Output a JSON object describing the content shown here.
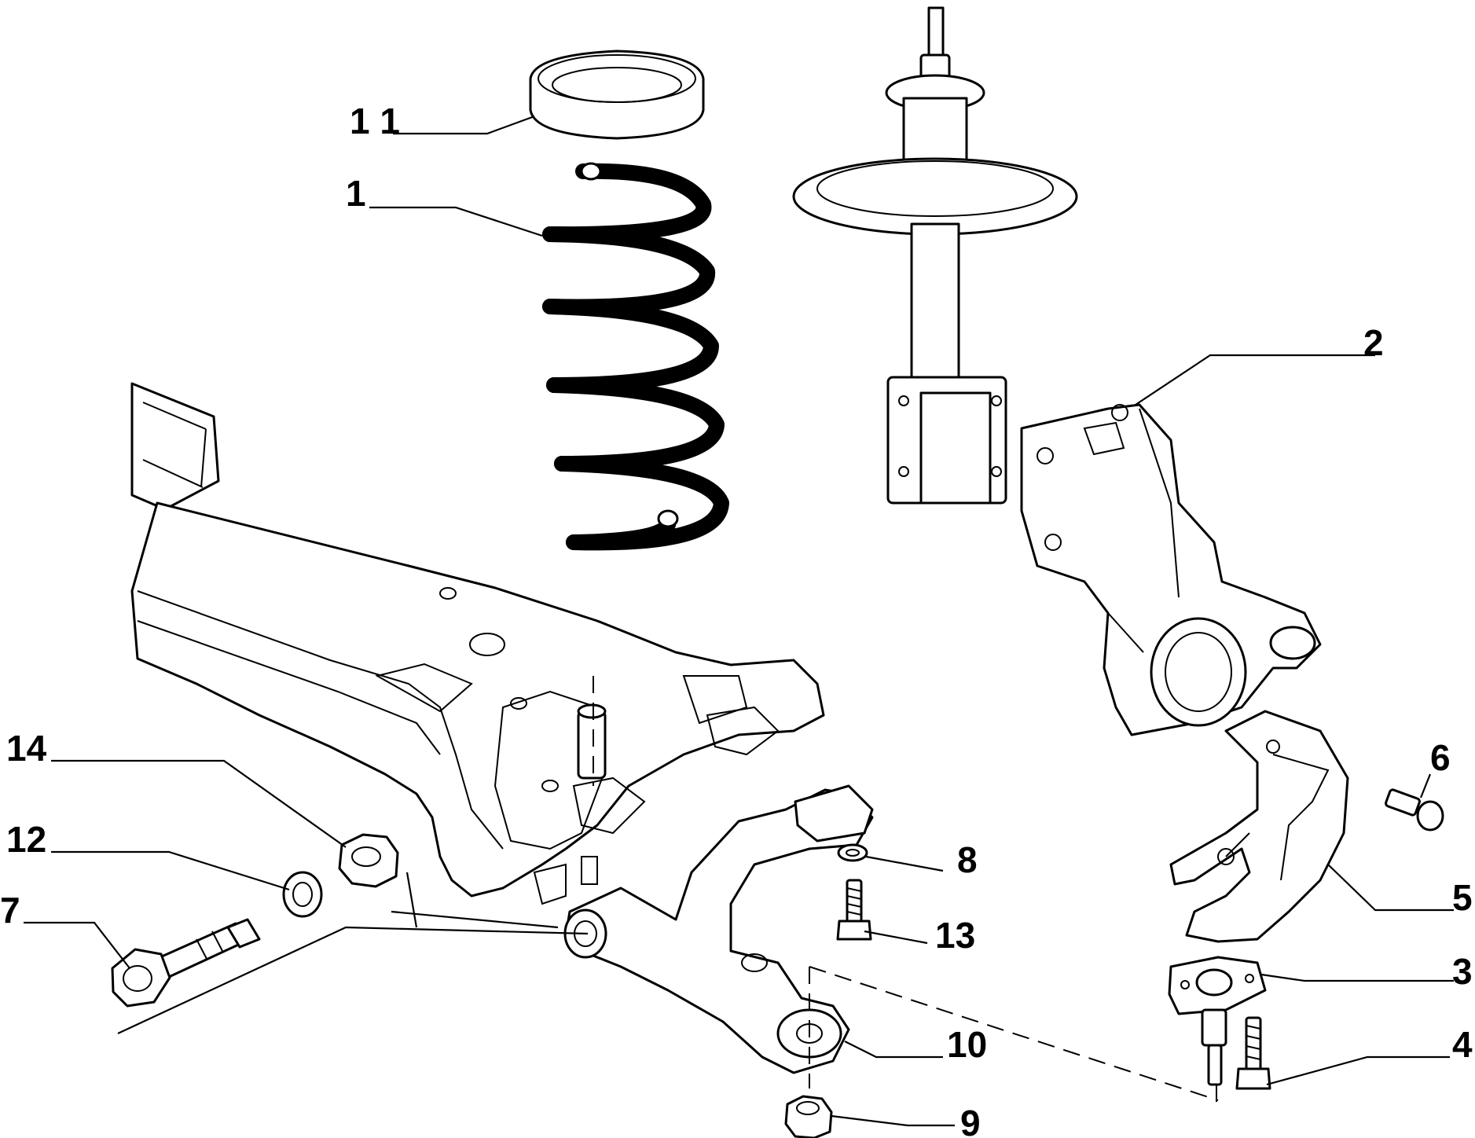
{
  "callouts": {
    "c11": "1 1",
    "c1": "1",
    "c2": "2",
    "c14": "14",
    "c12": "12",
    "c7": "7",
    "c6": "6",
    "c8": "8",
    "c13": "13",
    "c5": "5",
    "c3": "3",
    "c10": "10",
    "c4": "4",
    "c9": "9"
  },
  "colors": {
    "line": "#000000",
    "background": "#ffffff"
  }
}
